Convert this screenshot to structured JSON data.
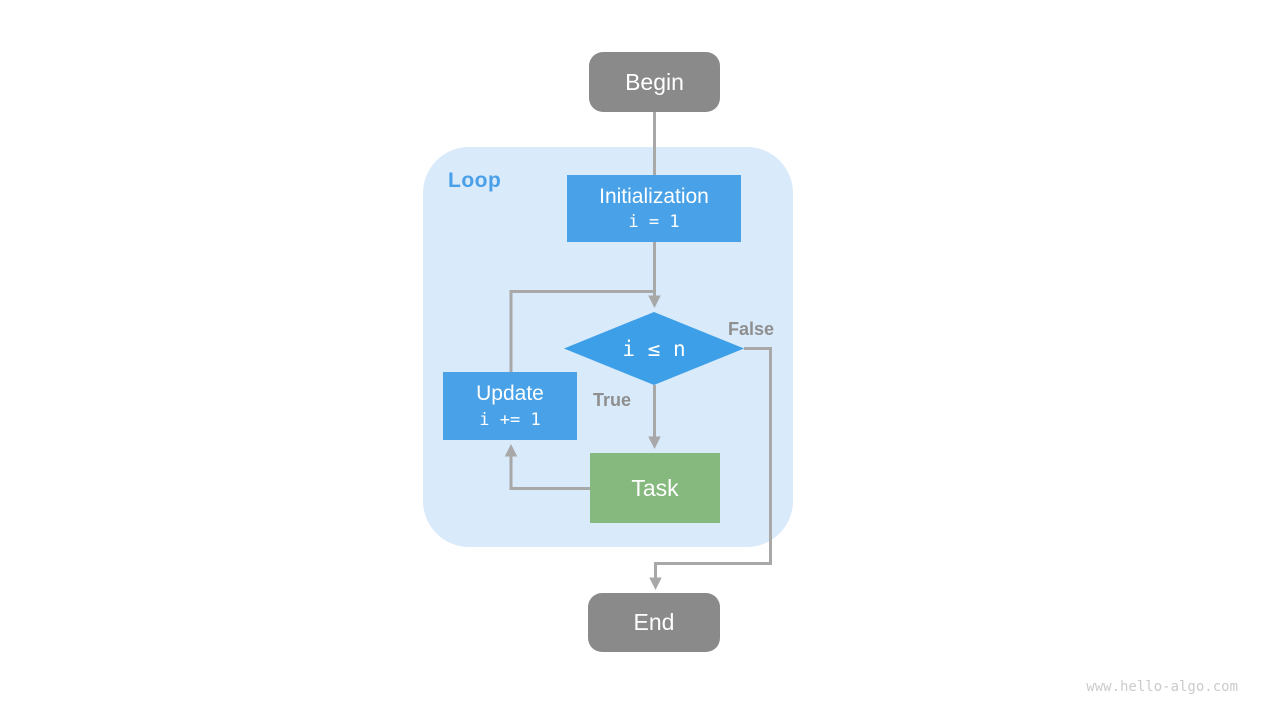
{
  "diagram": {
    "loop_label": "Loop",
    "nodes": {
      "begin": {
        "label": "Begin"
      },
      "initialization": {
        "title": "Initialization",
        "code": "i = 1"
      },
      "condition": {
        "code": "i ≤ n"
      },
      "update": {
        "title": "Update",
        "code": "i += 1"
      },
      "task": {
        "label": "Task"
      },
      "end": {
        "label": "End"
      }
    },
    "edge_labels": {
      "true": "True",
      "false": "False"
    },
    "colors": {
      "terminal_gray": "#8a8a8a",
      "process_blue": "#49a1e8",
      "decision_blue": "#3d9fe8",
      "task_green": "#86b97e",
      "loop_background": "#d9eafa",
      "loop_label_blue": "#4aa0e8",
      "connector_gray": "#a8a8a8",
      "edge_label_gray": "#8f8f8f",
      "watermark_gray": "#cbcbcb"
    },
    "watermark": "www.hello-algo.com"
  }
}
